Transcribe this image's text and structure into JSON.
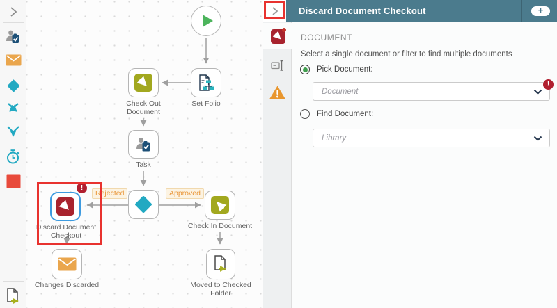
{
  "colors": {
    "header_teal": "#4b7b8d",
    "olive": "#a2a81f",
    "teal": "#22a9c2",
    "orange": "#eaa64d",
    "red": "#e84a3b",
    "dark_red": "#a8232e",
    "navy": "#1d5077",
    "green": "#4cb45c",
    "error_red": "#b11f2f",
    "annotation_red": "#e8322f"
  },
  "toolbar": {
    "icons": [
      "collapse-chevron",
      "user-task",
      "email",
      "decision",
      "split-paths",
      "merge-paths",
      "timer",
      "red-placeholder",
      "move-document"
    ]
  },
  "canvas": {
    "nodes": [
      {
        "id": "start",
        "label": ""
      },
      {
        "id": "set-folio",
        "label": "Set Folio"
      },
      {
        "id": "check-out",
        "label": "Check Out Document"
      },
      {
        "id": "task",
        "label": "Task"
      },
      {
        "id": "decision",
        "label": ""
      },
      {
        "id": "discard",
        "label": "Discard Document Checkout"
      },
      {
        "id": "check-in",
        "label": "Check In Document"
      },
      {
        "id": "changes-discarded",
        "label": "Changes Discarded"
      },
      {
        "id": "moved-folder",
        "label": "Moved to Checked Folder"
      }
    ],
    "edge_labels": {
      "rejected": "Rejected",
      "approved": "Approved"
    }
  },
  "panel": {
    "title": "Discard Document Checkout",
    "section": "DOCUMENT",
    "description": "Select a single document or filter to find multiple documents",
    "pick_document_label": "Pick Document:",
    "pick_document_selected": true,
    "document_placeholder": "Document",
    "find_document_label": "Find Document:",
    "find_document_selected": false,
    "library_placeholder": "Library"
  }
}
